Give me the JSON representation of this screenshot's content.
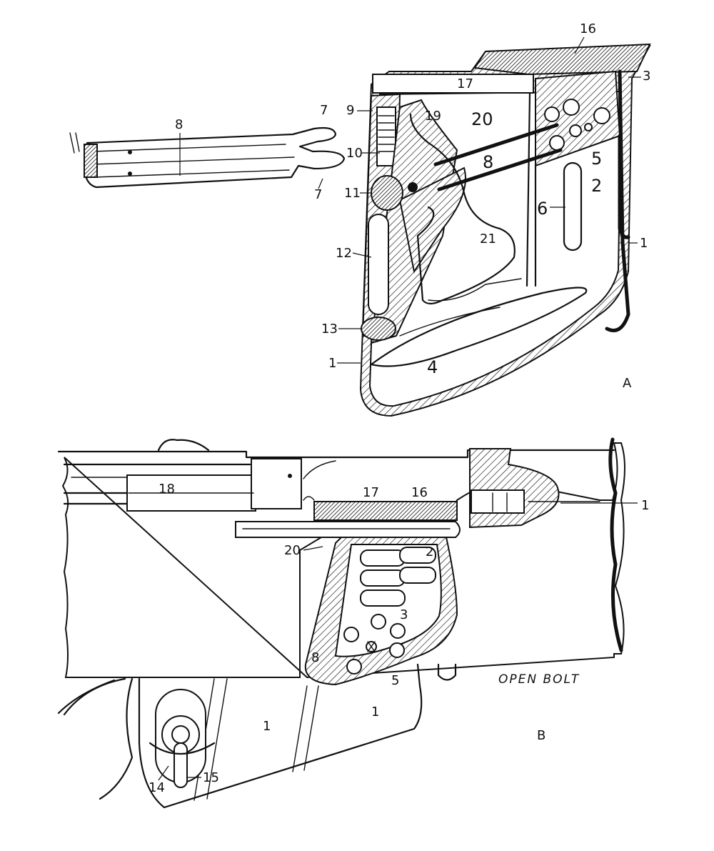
{
  "figures": {
    "a": {
      "caption": "A"
    },
    "b": {
      "caption": "B",
      "note": "OPEN BOLT"
    }
  },
  "callouts_a": {
    "magazine_body": "1",
    "magazine_body_left": "1",
    "follower": "2",
    "feed_lip": "3",
    "feed_path": "4",
    "cartridge_stack": "5",
    "slot": "6",
    "pawl_top": "7",
    "pawl_bottom": "7",
    "feed_arm": "8",
    "feed_arm_detail": "8",
    "spring_housing": "9",
    "spring_plunger": "10",
    "pivot": "11",
    "guide_slot": "12",
    "base_pin": "13",
    "top_cover": "16",
    "top_rail": "17",
    "cam_notch": "19",
    "cam_channel": "20",
    "cam_track": "21"
  },
  "callouts_b": {
    "receiver_right": "1",
    "trigger_guard_area": "1",
    "grip_area": "1",
    "follower": "2",
    "feed_lip": "3",
    "cartridge_stack": "5",
    "feed_arm": "8",
    "bolt_handle": "14",
    "stud": "15",
    "top_cover": "16",
    "top_rail": "17",
    "bolt": "18",
    "cam_channel": "20"
  }
}
